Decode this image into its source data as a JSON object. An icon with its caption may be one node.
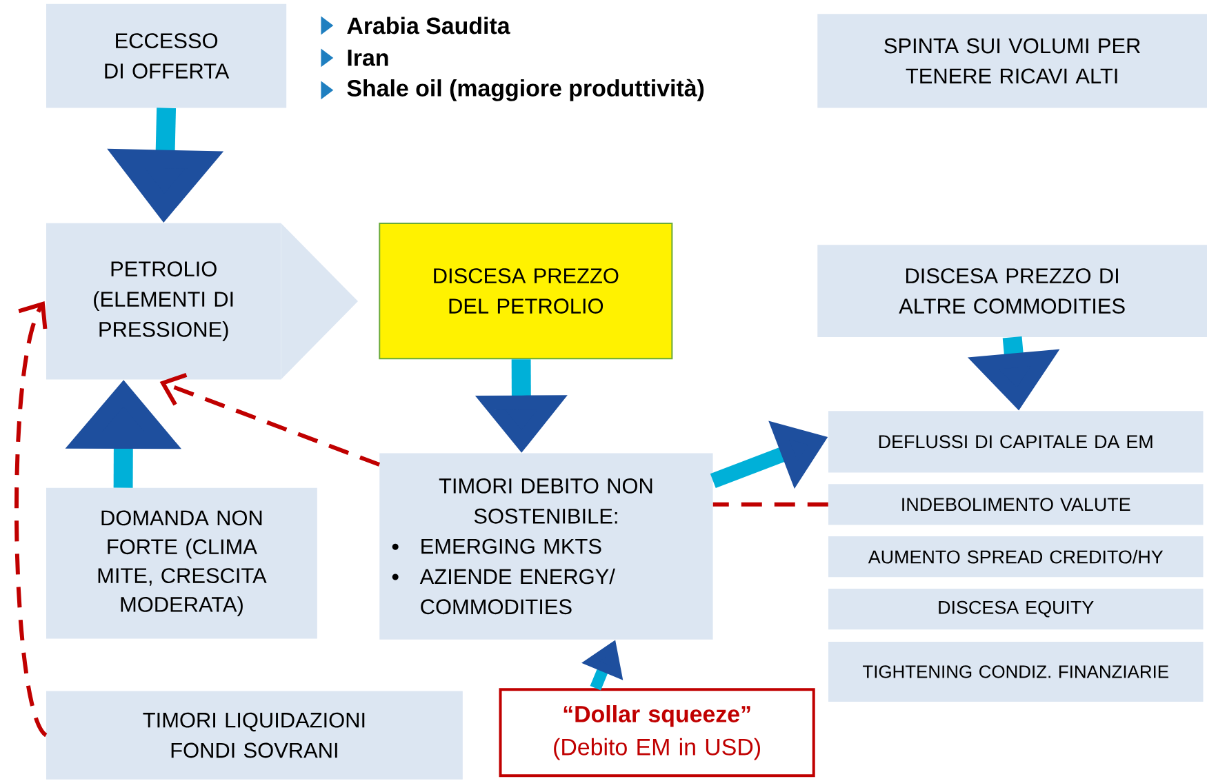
{
  "diagram": {
    "nodes": [
      {
        "text": [
          "ECCESSO DI OFFERTA"
        ]
      },
      {
        "text": [
          "SPINTA SUI VOLUMI PER TENERE RICAVI ALTI"
        ]
      },
      {
        "text": [
          "PETROLIO (ELEMENTI DI PRESSIONE)"
        ]
      },
      {
        "text": [
          "DISCESA PREZZO DEL PETROLIO"
        ]
      },
      {
        "text": [
          "DISCESA PREZZO DI ALTRE COMMODITIES"
        ]
      },
      {
        "text": [
          "DEFLUSSI DI CAPITALE DA EM"
        ]
      },
      {
        "text": [
          "DOMANDA NON FORTE (CLIMA MITE, CRESCITA MODERATA)"
        ]
      },
      {
        "text": [
          "TIMORI DEBITO NON SOSTENIBILE:",
          "EMERGING MKTS",
          "AZIENDE ENERGY/ COMMODITIES"
        ]
      },
      {
        "text": [
          "INDEBOLIMENTO VALUTE"
        ]
      },
      {
        "text": [
          "AUMENTO SPREAD CREDITO/HY"
        ]
      },
      {
        "text": [
          "DISCESA EQUITY"
        ]
      },
      {
        "text": [
          "TIGHTENING CONDIZ. FINANZIARIE"
        ]
      },
      {
        "text": [
          "TIMORI LIQUIDAZIONI FONDI SOVRANI"
        ]
      },
      {
        "text": [
          "“Dollar squeeze”",
          "(Debito EM in USD)"
        ]
      }
    ],
    "edges": [
      {
        "from": 0,
        "to": 2,
        "arrow": "to"
      },
      {
        "from": 6,
        "to": 2,
        "arrow": "to"
      },
      {
        "from": 3,
        "to": 7,
        "arrow": "to"
      },
      {
        "from": 4,
        "to": 5,
        "arrow": "to"
      },
      {
        "from": 7,
        "to": 5,
        "arrow": "to"
      },
      {
        "from": 13,
        "to": 7,
        "arrow": "to"
      },
      {
        "from": 7,
        "to": 2,
        "arrow": "to",
        "style": "dashed",
        "color": "#c00000"
      },
      {
        "from": 12,
        "to": 2,
        "arrow": "to",
        "style": "dashed",
        "color": "#c00000"
      },
      {
        "from": 8,
        "to": 7,
        "arrow": "none",
        "style": "dashed",
        "color": "#c00000"
      }
    ],
    "labels": [
      "Arabia Saudita",
      "Iran",
      "Shale oil (maggiore produttività)"
    ]
  }
}
